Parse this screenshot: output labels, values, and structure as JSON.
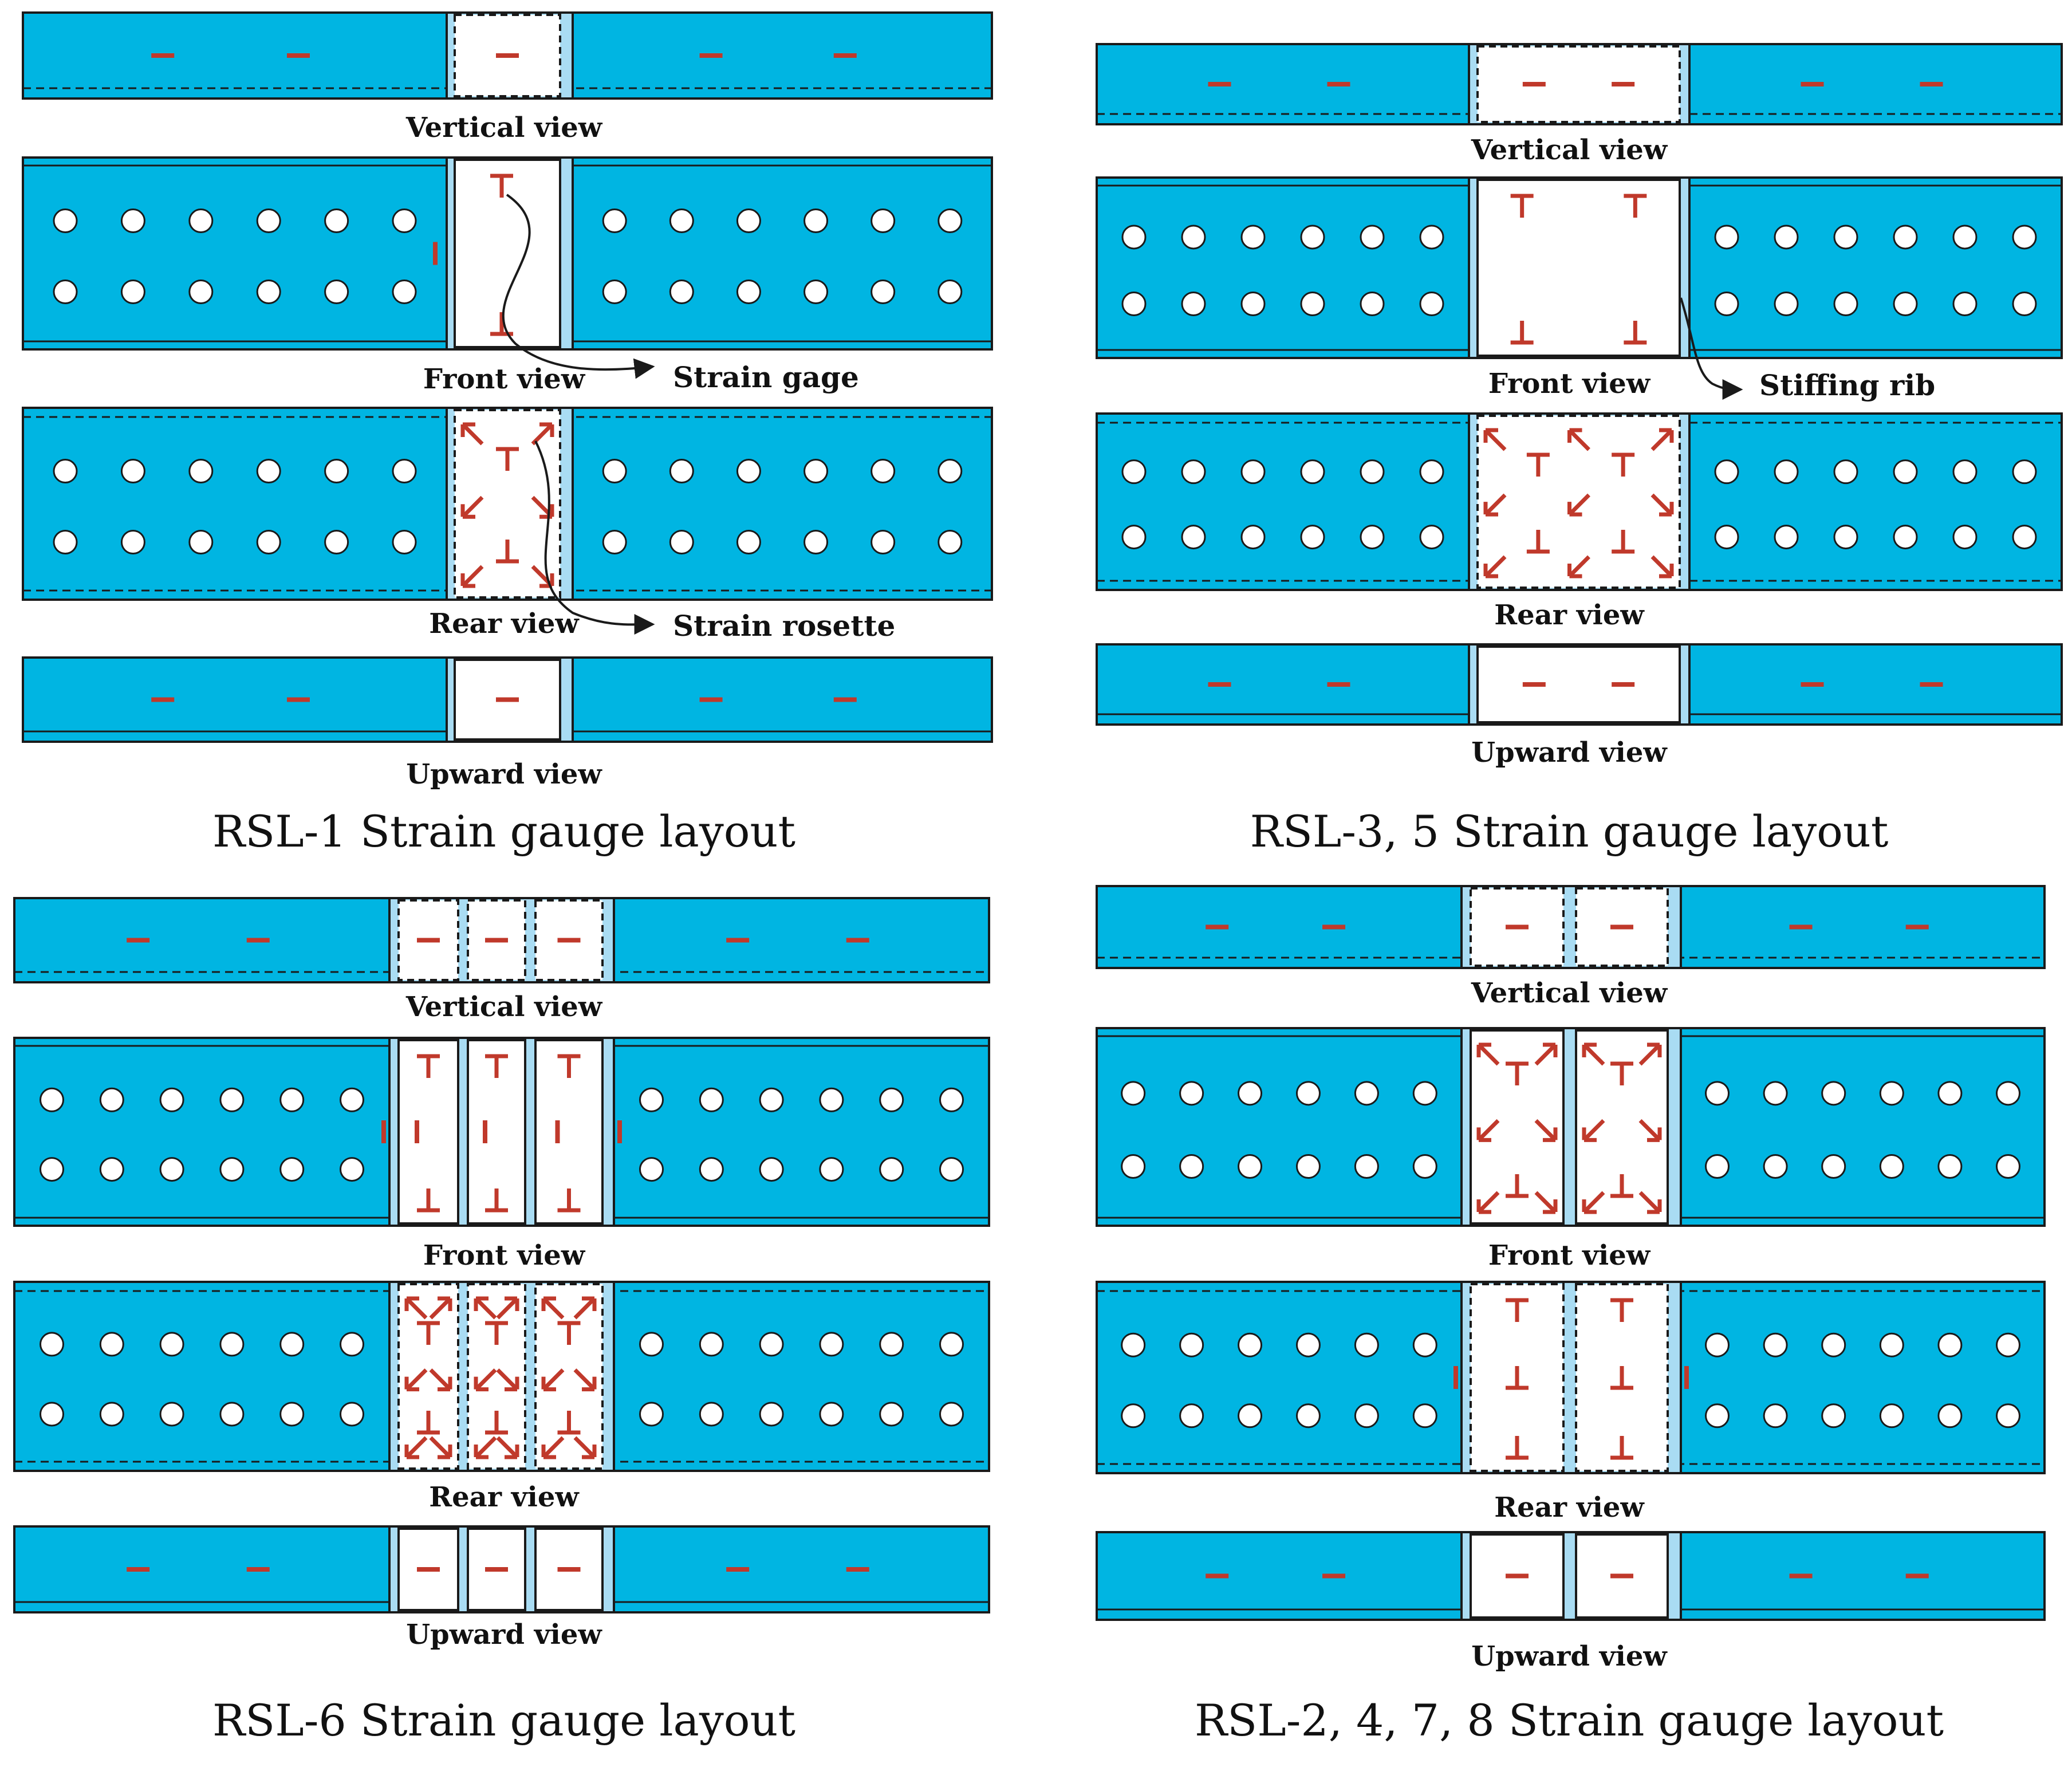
{
  "colors": {
    "beam": "#00b5e2",
    "plate": "#a9dcf3",
    "gauge": "#c0392b",
    "outline": "#1a1a1a",
    "background": "#ffffff"
  },
  "panels": [
    {
      "id": "rsl-1",
      "caption": "RSL-1 Strain gauge layout",
      "views": [
        {
          "kind": "vertical",
          "label": "Vertical view"
        },
        {
          "kind": "front",
          "label": "Front view"
        },
        {
          "kind": "rear",
          "label": "Rear view"
        },
        {
          "kind": "upward",
          "label": "Upward view"
        }
      ],
      "annotations": [
        {
          "label": "Strain gage"
        },
        {
          "label": "Strain rosette"
        }
      ]
    },
    {
      "id": "rsl-3-5",
      "caption": "RSL-3, 5 Strain gauge layout",
      "views": [
        {
          "kind": "vertical",
          "label": "Vertical view"
        },
        {
          "kind": "front",
          "label": "Front view"
        },
        {
          "kind": "rear",
          "label": "Rear view"
        },
        {
          "kind": "upward",
          "label": "Upward view"
        }
      ],
      "annotations": [
        {
          "label": "Stiffing rib"
        }
      ]
    },
    {
      "id": "rsl-6",
      "caption": "RSL-6 Strain gauge layout",
      "views": [
        {
          "kind": "vertical",
          "label": "Vertical view"
        },
        {
          "kind": "front",
          "label": "Front view"
        },
        {
          "kind": "rear",
          "label": "Rear view"
        },
        {
          "kind": "upward",
          "label": "Upward view"
        }
      ],
      "annotations": []
    },
    {
      "id": "rsl-2-4-7-8",
      "caption": "RSL-2, 4, 7, 8 Strain gauge layout",
      "views": [
        {
          "kind": "vertical",
          "label": "Vertical view"
        },
        {
          "kind": "front",
          "label": "Front view"
        },
        {
          "kind": "rear",
          "label": "Rear view"
        },
        {
          "kind": "upward",
          "label": "Upward view"
        }
      ],
      "annotations": []
    }
  ]
}
